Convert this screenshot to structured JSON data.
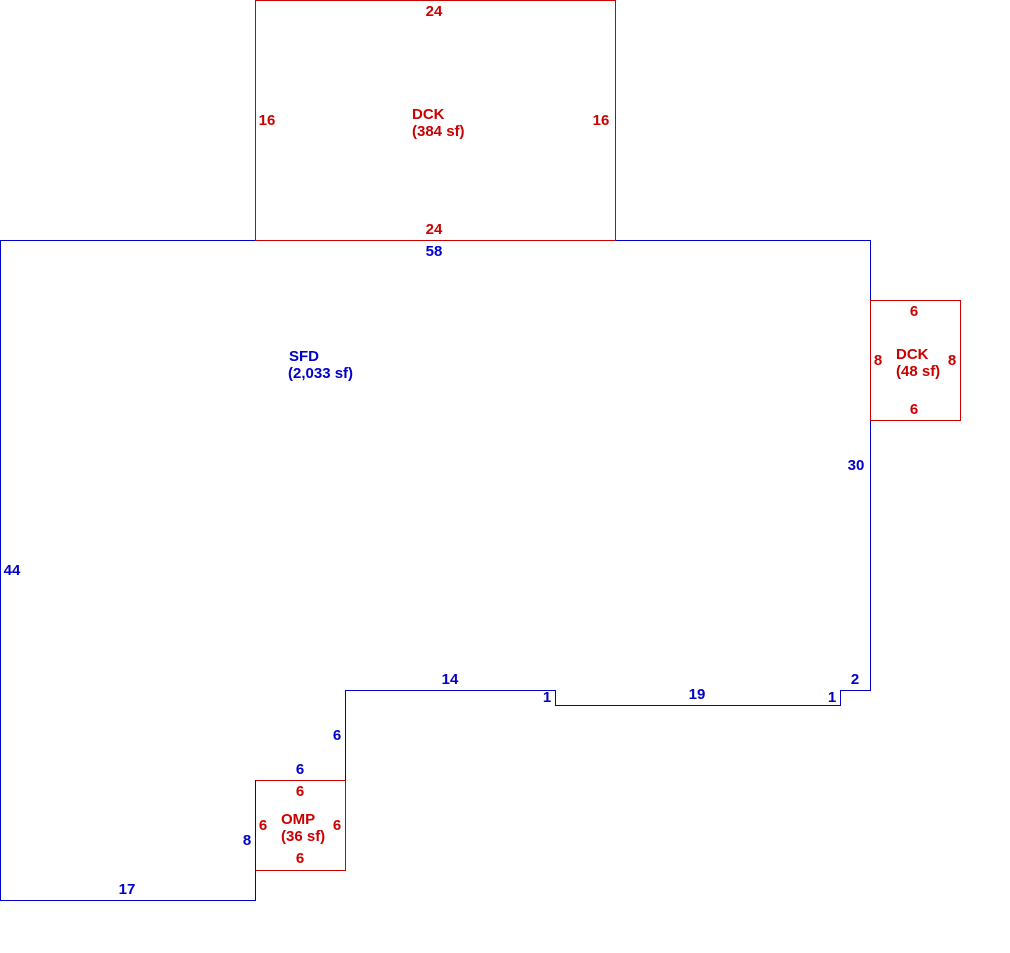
{
  "colors": {
    "main_structure": "#0000cc",
    "additions": "#cc0000"
  },
  "areas": {
    "sfd": {
      "code": "SFD",
      "area": "(2,033 sf)"
    },
    "deck_top": {
      "code": "DCK",
      "area": "(384 sf)"
    },
    "deck_right": {
      "code": "DCK",
      "area": "(48 sf)"
    },
    "porch": {
      "code": "OMP",
      "area": "(36 sf)"
    }
  },
  "dimensions": {
    "sfd_top": "58",
    "sfd_left": "44",
    "sfd_bottom": "17",
    "sfd_right": "30",
    "sfd_notch_right_a": "2",
    "sfd_notch_right_b": "1",
    "sfd_rear_run": "19",
    "sfd_notch_left": "1",
    "sfd_mid_run": "14",
    "sfd_step_vertical": "6",
    "sfd_step_horizontal": "6",
    "sfd_porch_side": "8",
    "deck_top_top": "24",
    "deck_top_bottom": "24",
    "deck_top_left": "16",
    "deck_top_right": "16",
    "deck_right_top": "6",
    "deck_right_bottom": "6",
    "deck_right_left": "8",
    "deck_right_right": "8",
    "porch_top": "6",
    "porch_bottom": "6",
    "porch_left": "6",
    "porch_right": "6"
  }
}
